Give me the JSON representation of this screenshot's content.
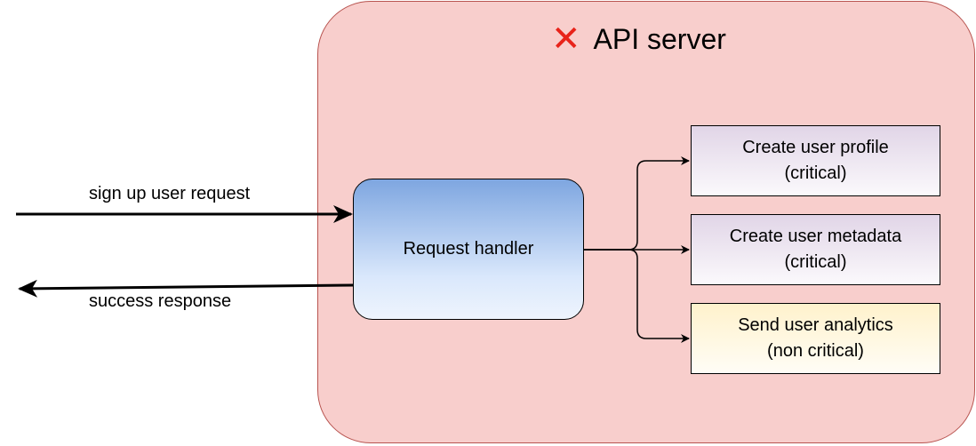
{
  "server": {
    "title": "API server",
    "status_icon": "x-icon",
    "status_color": "#e8231a",
    "fill_color": "#f8cecc",
    "border_color": "#b85450"
  },
  "flows": {
    "request_label": "sign up user request",
    "response_label": "success response"
  },
  "handler": {
    "label": "Request handler"
  },
  "tasks": [
    {
      "line1": "Create user profile",
      "line2": "(critical)"
    },
    {
      "line1": "Create user metadata",
      "line2": "(critical)"
    },
    {
      "line1": "Send user analytics",
      "line2": "(non critical)"
    }
  ]
}
